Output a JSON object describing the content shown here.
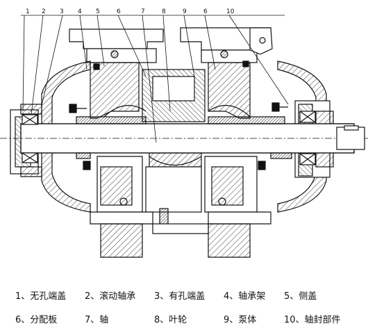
{
  "callouts": [
    "1",
    "2",
    "3",
    "4",
    "5",
    "6",
    "7",
    "8",
    "9",
    "6",
    "10"
  ],
  "legend": [
    "1、无孔端盖",
    "2、滚动轴承",
    "3、有孔端盖",
    "4、轴承架",
    "5、侧盖",
    "6、分配板",
    "7、轴",
    "8、叶轮",
    "9、泵体",
    "10、轴封部件"
  ]
}
